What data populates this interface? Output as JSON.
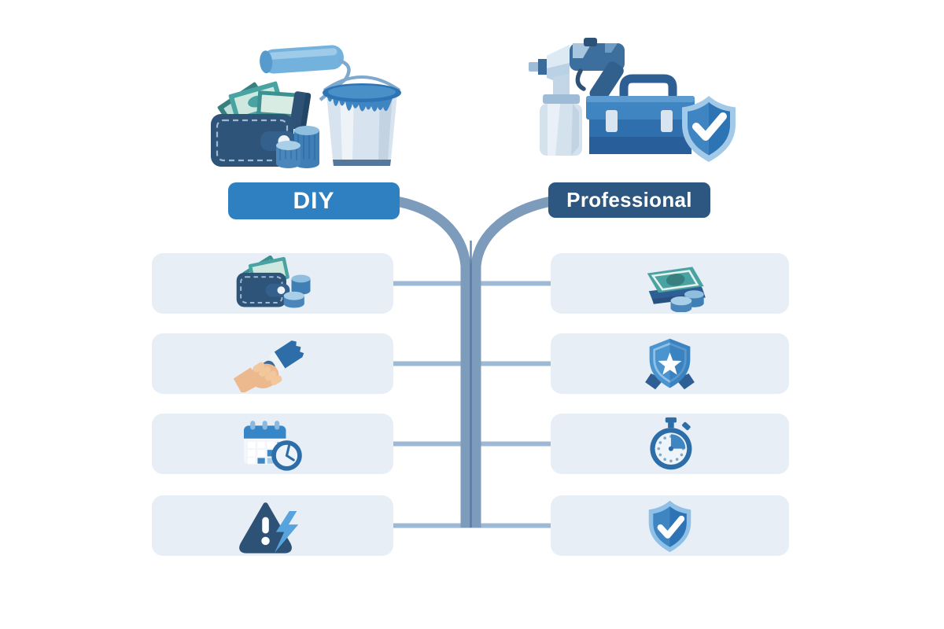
{
  "comparison": {
    "left": {
      "label": "DIY",
      "illustration_icons": [
        "paint-roller-icon",
        "cash-bills-icon",
        "wallet-icon",
        "coin-stacks-icon",
        "paint-bucket-icon"
      ],
      "row_icons": [
        "wallet-coins-icon",
        "paintbrush-hand-icon",
        "calendar-clock-icon",
        "warning-lightning-icon"
      ]
    },
    "right": {
      "label": "Professional",
      "illustration_icons": [
        "spray-gun-icon",
        "toolbox-icon",
        "shield-check-icon"
      ],
      "row_icons": [
        "cash-stack-coins-icon",
        "quality-star-badge-icon",
        "stopwatch-icon",
        "shield-check-icon"
      ]
    },
    "row_count": 4
  },
  "colors": {
    "background": "#ffffff",
    "card_bg": "#e8eef5",
    "connector": "#9db9d3",
    "branch": "#7d9cbc",
    "branch_seam": "#54779e",
    "badge_diy_bg": "#2f80c0",
    "badge_pro_bg": "#2d5780",
    "badge_text": "#ffffff",
    "navy": "#2d5275",
    "blue_dark": "#2d6da8",
    "blue_mid": "#3f85c2",
    "blue_light": "#8fbede",
    "blue_pale": "#d7e3ee",
    "teal": "#4aa3a3",
    "teal_dark": "#37807f",
    "teal_light": "#cfe8df",
    "skin": "#ecb98f"
  }
}
